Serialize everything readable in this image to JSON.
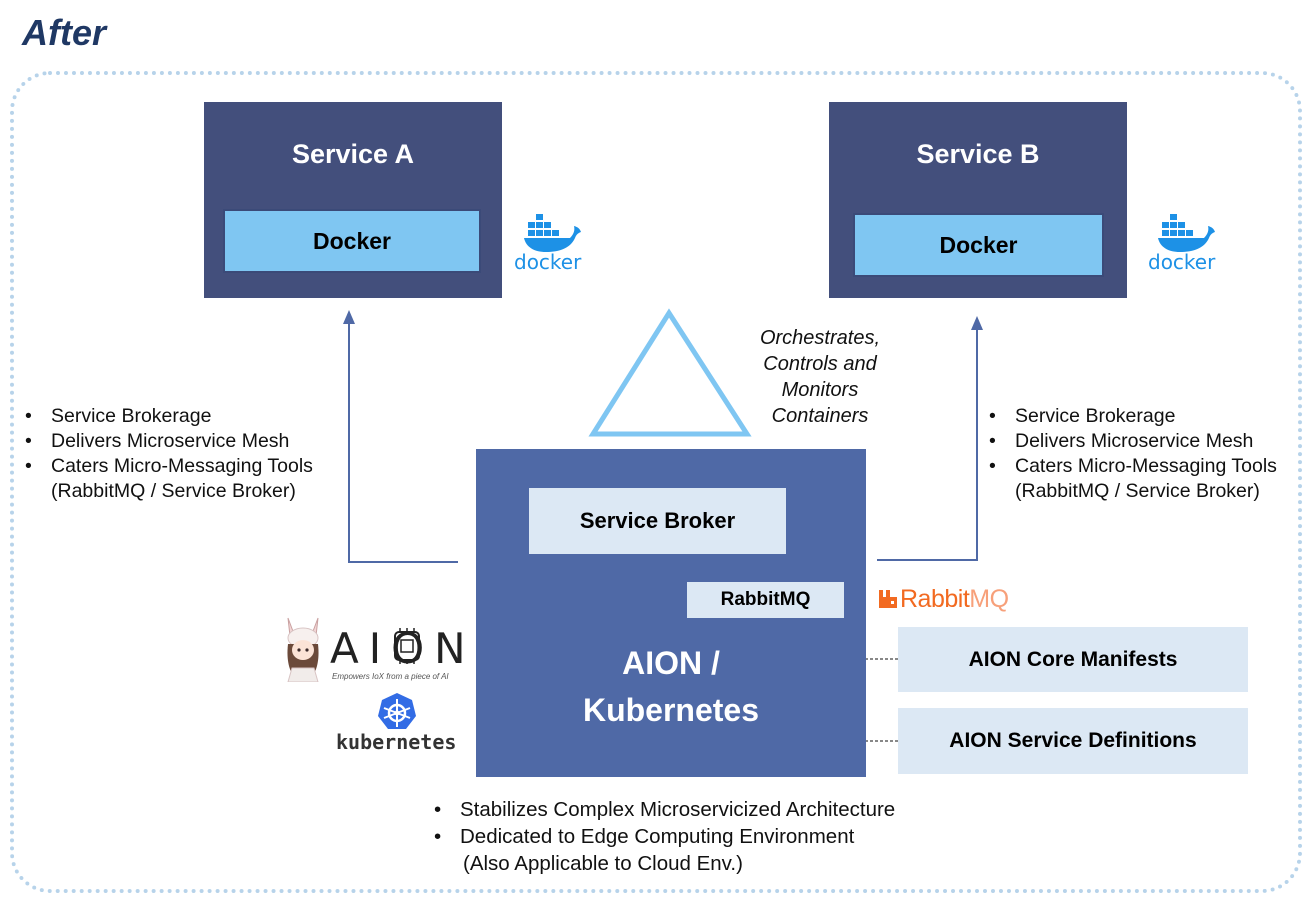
{
  "page_title": "After",
  "services": [
    {
      "title": "Service A",
      "container": "Docker",
      "logo_text": "docker"
    },
    {
      "title": "Service B",
      "container": "Docker",
      "logo_text": "docker"
    }
  ],
  "orchestrates_text": [
    "Orchestrates,",
    "Controls and",
    "Monitors",
    "Containers"
  ],
  "left_bullets": [
    "Service Brokerage",
    "Delivers Microservice Mesh",
    "Caters Micro-Messaging Tools"
  ],
  "left_bullets_cont": "(RabbitMQ / Service Broker)",
  "right_bullets": [
    "Service Brokerage",
    "Delivers Microservice Mesh",
    "Caters Micro-Messaging Tools"
  ],
  "right_bullets_cont": "(RabbitMQ / Service Broker)",
  "core": {
    "service_broker": "Service Broker",
    "rabbitmq": "RabbitMQ",
    "label_line1": "AION /",
    "label_line2": "Kubernetes"
  },
  "rabbitmq_logo": {
    "rabbit": "Rabbit",
    "mq": "MQ"
  },
  "manifests": [
    "AION Core Manifests",
    "AION Service Definitions"
  ],
  "aion_logo": {
    "name": "AION",
    "tagline": "Empowers IoX from a piece of AI"
  },
  "kubernetes_logo_text": "kubernetes",
  "bottom_bullets": [
    "Stabilizes Complex Microservicized Architecture",
    "Dedicated to Edge Computing Environment"
  ],
  "bottom_bullets_cont": "(Also Applicable to Cloud Env.)",
  "colors": {
    "title": "#1f3864",
    "service_box": "#434f7c",
    "docker_box": "#7fc6f2",
    "core_box": "#4f69a6",
    "light_box": "#dce8f4",
    "arrow": "#4f69a6",
    "triangle": "#7fc6f2",
    "frame": "#b7d3ea",
    "docker_blue": "#1d91e6",
    "rabbitmq_orange": "#f26a21",
    "kubernetes_blue": "#326ce5"
  }
}
